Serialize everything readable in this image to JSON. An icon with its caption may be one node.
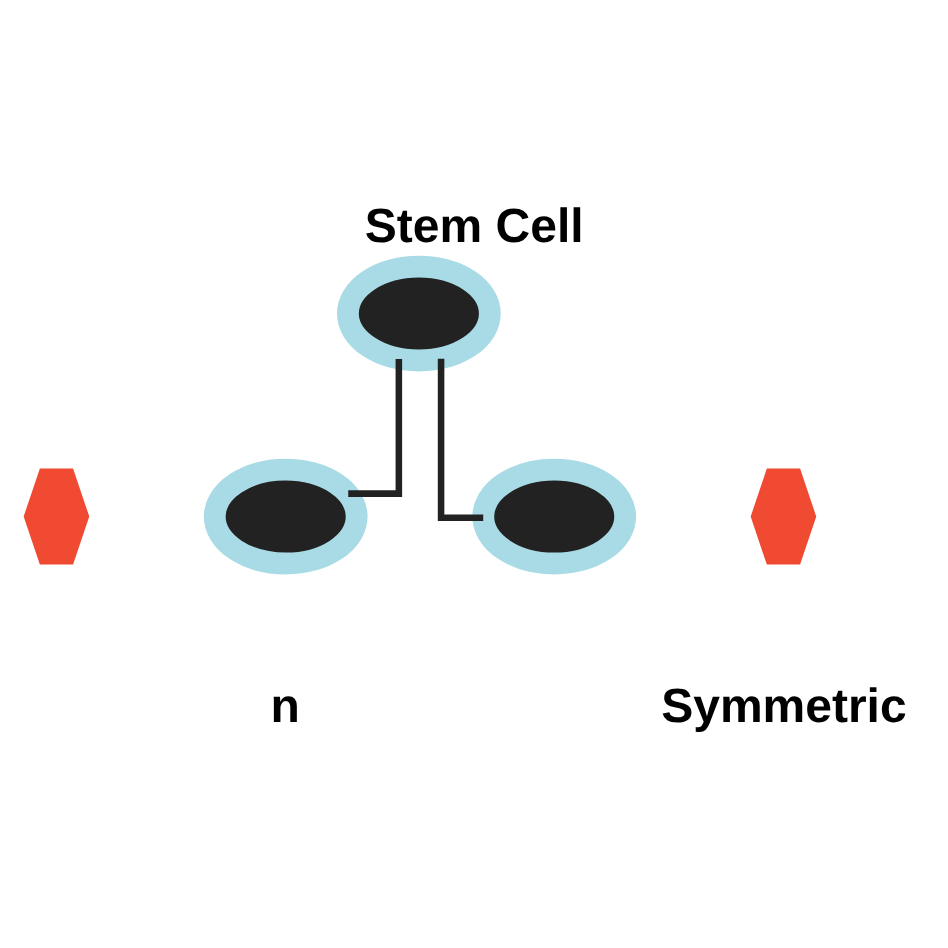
{
  "diagram": {
    "title": "Stem Cell",
    "nodes": [
      {
        "text": [],
        "shape": "ellipse"
      },
      {
        "text": [],
        "shape": "hexagon"
      },
      {
        "text": [],
        "shape": "ellipse"
      },
      {
        "text": [],
        "shape": "ellipse"
      },
      {
        "text": [],
        "shape": "hexagon"
      }
    ],
    "edges": [
      {
        "from": 0,
        "to": 2,
        "arrow": "none"
      },
      {
        "from": 0,
        "to": 3,
        "arrow": "none"
      }
    ],
    "labels": [
      "n",
      "Symmetric"
    ]
  }
}
